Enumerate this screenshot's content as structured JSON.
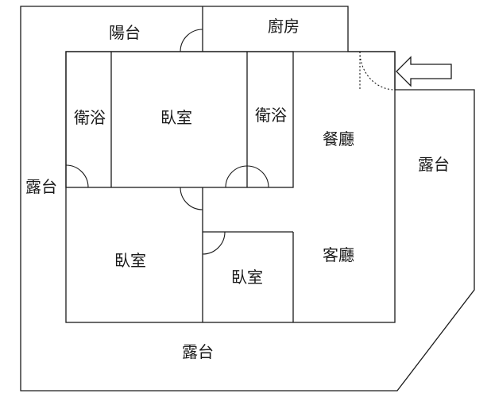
{
  "rooms": {
    "balcony_top": "陽台",
    "kitchen": "廚房",
    "bath_left": "衛浴",
    "bedroom_master": "臥室",
    "bath_right": "衛浴",
    "dining": "餐廳",
    "terrace_left": "露台",
    "terrace_right": "露台",
    "bedroom_left": "臥室",
    "bedroom_small": "臥室",
    "living": "客廳",
    "terrace_bottom": "露台"
  },
  "entrance": {
    "icon": "entrance-arrow-icon"
  }
}
